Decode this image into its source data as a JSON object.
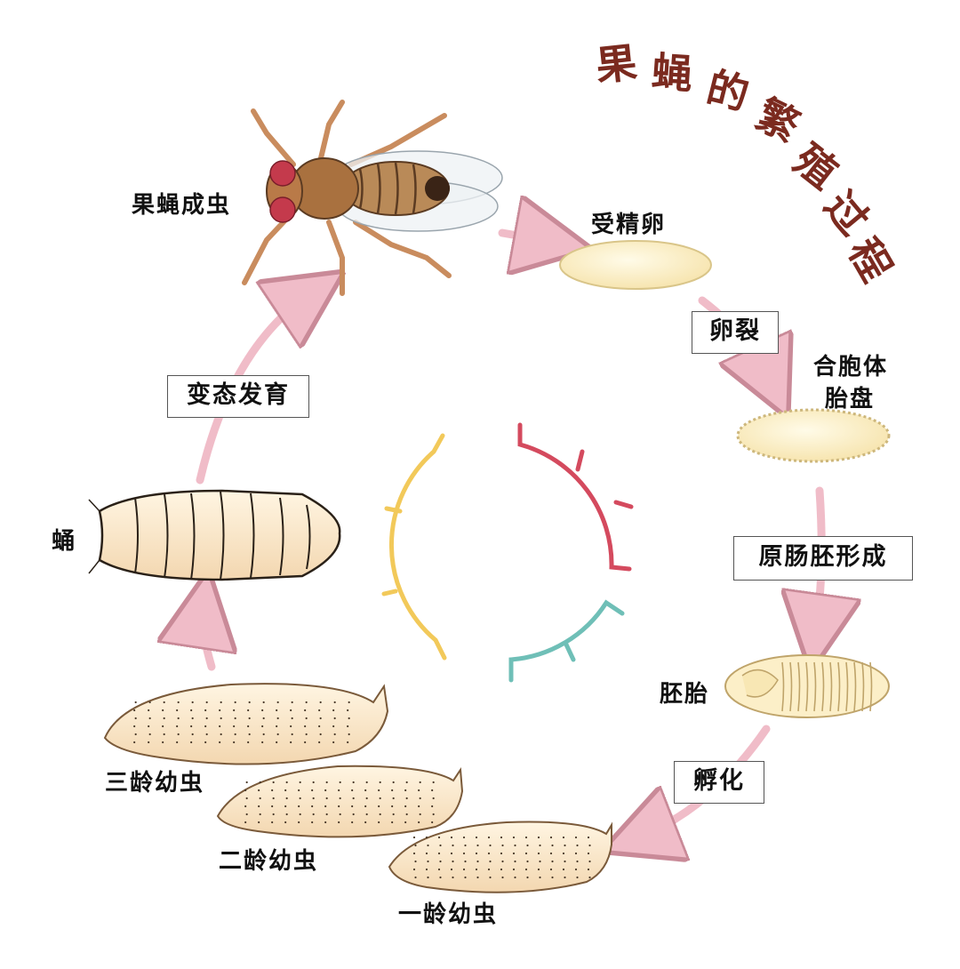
{
  "title_chars": [
    "果",
    "蝇",
    "的",
    "繁",
    "殖",
    "过",
    "程"
  ],
  "stages": {
    "adult": "果蝇成虫",
    "fertilized_egg": "受精卵",
    "syncytial_blastoderm": [
      "合胞体",
      "胎盘"
    ],
    "embryo": "胚胎",
    "larva_1": "一龄幼虫",
    "larva_2": "二龄幼虫",
    "larva_3": "三龄幼虫",
    "pupa": "蛹"
  },
  "processes": {
    "cleavage": "卵裂",
    "gastrulation": "原肠胚形成",
    "hatching": "孵化",
    "metamorphosis": "变态发育"
  },
  "colors": {
    "title": "#7b2a1f",
    "arrow": "#f0bcc8",
    "egg": "#fbeec2",
    "larva": "#f8e2c0",
    "ring_red": "#d44a5e",
    "ring_teal": "#6fbfb7",
    "ring_yellow": "#f2c95a"
  }
}
